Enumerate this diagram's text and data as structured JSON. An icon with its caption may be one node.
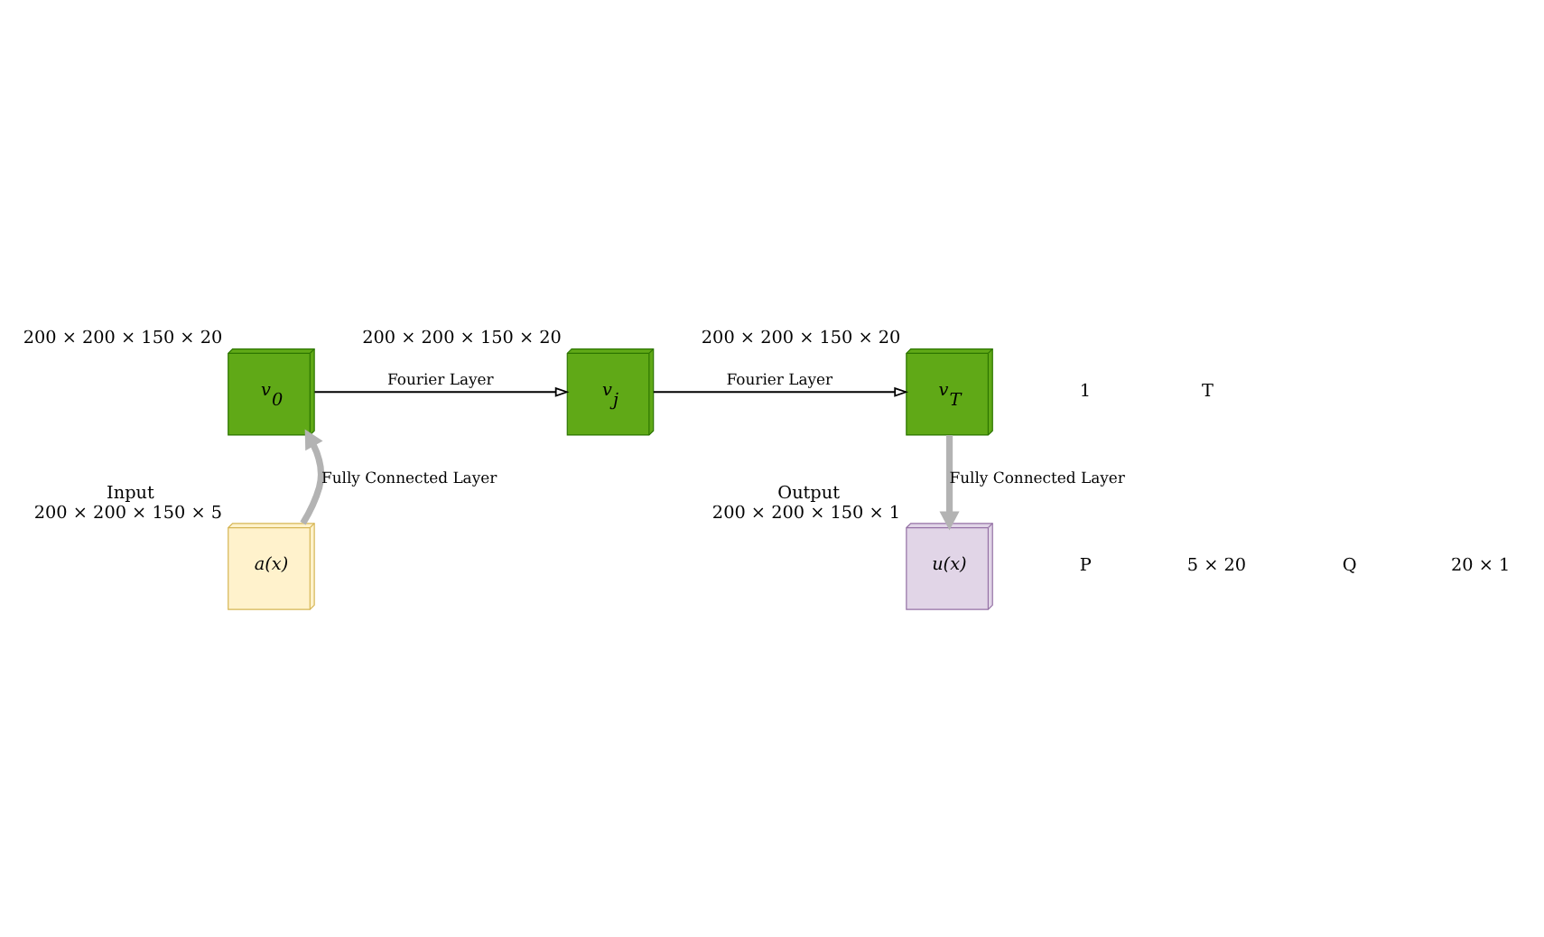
{
  "diagram": {
    "nodes": [
      {
        "text": [
          "v$_{0}$"
        ],
        "beside": [
          "200 × 200 × 150 × 20"
        ]
      },
      {
        "text": [
          "v$_{j}$"
        ],
        "beside": [
          "200 × 200 × 150 × 20"
        ]
      },
      {
        "text": [
          "v$_{T}$"
        ],
        "beside": [
          "200 × 200 × 150 × 20"
        ]
      },
      {
        "text": [
          "a(x)"
        ],
        "beside": [
          "Input",
          "200 × 200 × 150 × 5"
        ]
      },
      {
        "text": [
          "u(x)"
        ],
        "beside": [
          "Output",
          "200 × 200 × 150 × 1"
        ]
      }
    ],
    "edges": [
      {
        "from": 0,
        "to": 1,
        "arrow": "to",
        "label": "Fourier Layer"
      },
      {
        "from": 1,
        "to": 2,
        "arrow": "to",
        "label": "Fourier Layer"
      },
      {
        "from": 3,
        "to": 0,
        "arrow": "to",
        "label": "Fully Connected Layer",
        "style": "thick",
        "color": "#b3b3b3"
      },
      {
        "from": 2,
        "to": 4,
        "arrow": "to",
        "label": "Fully Connected Layer",
        "style": "thick",
        "color": "#b3b3b3"
      }
    ],
    "labels": [
      "1",
      "T",
      "P",
      "5 × 20",
      "Q",
      "20 × 1"
    ]
  }
}
